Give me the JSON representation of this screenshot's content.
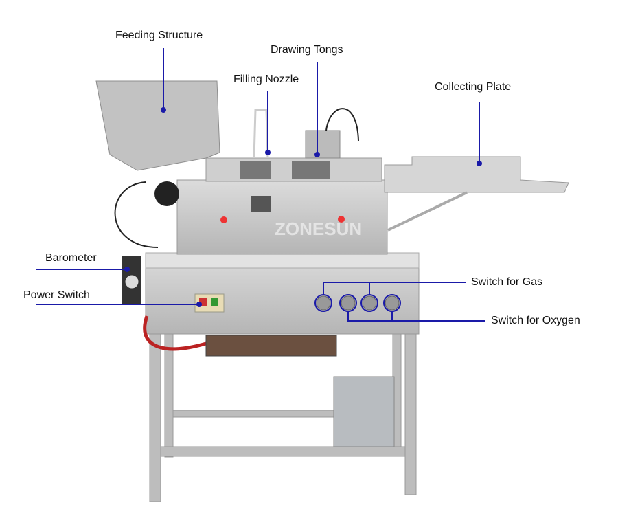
{
  "labels": {
    "feeding_structure": "Feeding Structure",
    "drawing_tongs": "Drawing Tongs",
    "filling_nozzle": "Filling Nozzle",
    "collecting_plate": "Collecting Plate",
    "barometer": "Barometer",
    "power_switch": "Power Switch",
    "switch_gas": "Switch for Gas",
    "switch_oxygen": "Switch for Oxygen"
  },
  "watermark": "ZONESUN",
  "colors": {
    "callout": "#1a1aa8",
    "steel": "#c8c8c8",
    "steel_dark": "#9a9a9a"
  }
}
